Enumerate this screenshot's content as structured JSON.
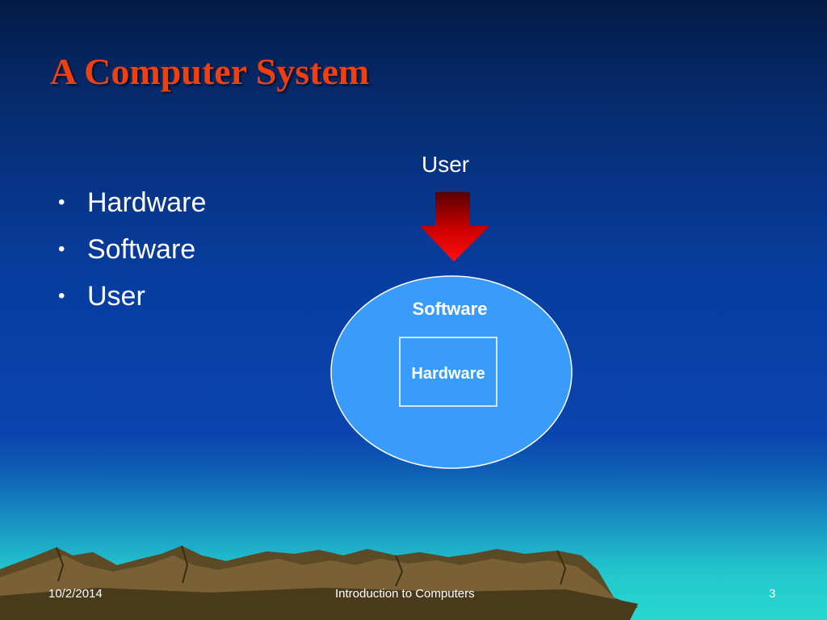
{
  "slide": {
    "title": "A Computer System",
    "bullets": [
      "Hardware",
      "Software",
      "User"
    ],
    "bullet_glyph": "•"
  },
  "diagram": {
    "user_label": "User",
    "arrow_icon": "down-arrow-icon",
    "outer_label": "Software",
    "inner_label": "Hardware",
    "colors": {
      "ellipse_fill": "#3a9cfa",
      "arrow": "#ff0000"
    }
  },
  "footer": {
    "date": "10/2/2014",
    "center": "Introduction to Computers",
    "page_number": "3"
  }
}
